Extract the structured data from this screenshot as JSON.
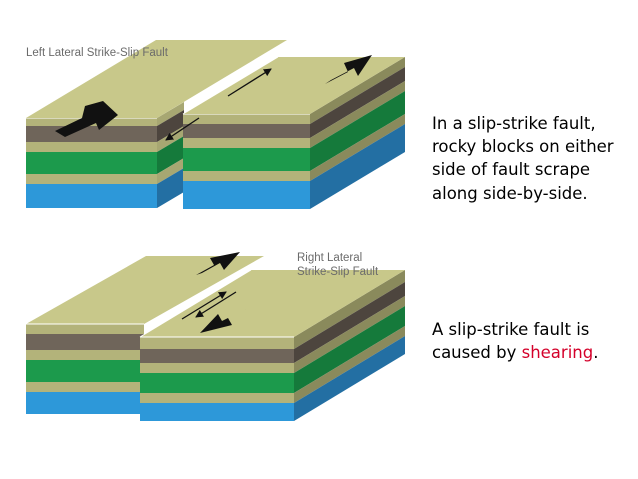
{
  "diagram": {
    "left_label": "Left Lateral Strike-Slip Fault",
    "right_label_line1": "Right Lateral",
    "right_label_line2": "Strike-Slip Fault"
  },
  "text": {
    "paragraph1": "In a slip-strike fault, rocky blocks on either side of fault scrape along side-by-side.",
    "paragraph2_before": "A slip-strike fault is caused by ",
    "paragraph2_highlight": "shearing",
    "paragraph2_after": "."
  },
  "colors": {
    "top_face": "#c8c88a",
    "tan": "#b3b37a",
    "brown": "#6f655a",
    "green": "#1c9a4c",
    "blue": "#2d98d9",
    "arrow": "#111111",
    "highlight": "#d4002a"
  }
}
